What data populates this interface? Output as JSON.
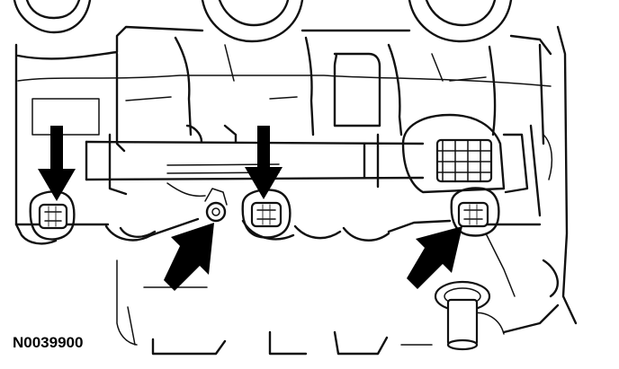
{
  "figure": {
    "id_label": "N0039900"
  },
  "callout_arrows": [
    {
      "id": "arrow-1",
      "direction": "down"
    },
    {
      "id": "arrow-2",
      "direction": "down"
    },
    {
      "id": "arrow-3",
      "direction": "up-right"
    },
    {
      "id": "arrow-4",
      "direction": "up-right"
    }
  ],
  "components": [
    "engine-block-outline",
    "intake-runners",
    "fuel-rail",
    "fuel-injector-connector",
    "fuel-rail-pressure-sensor",
    "electrical-connector"
  ]
}
